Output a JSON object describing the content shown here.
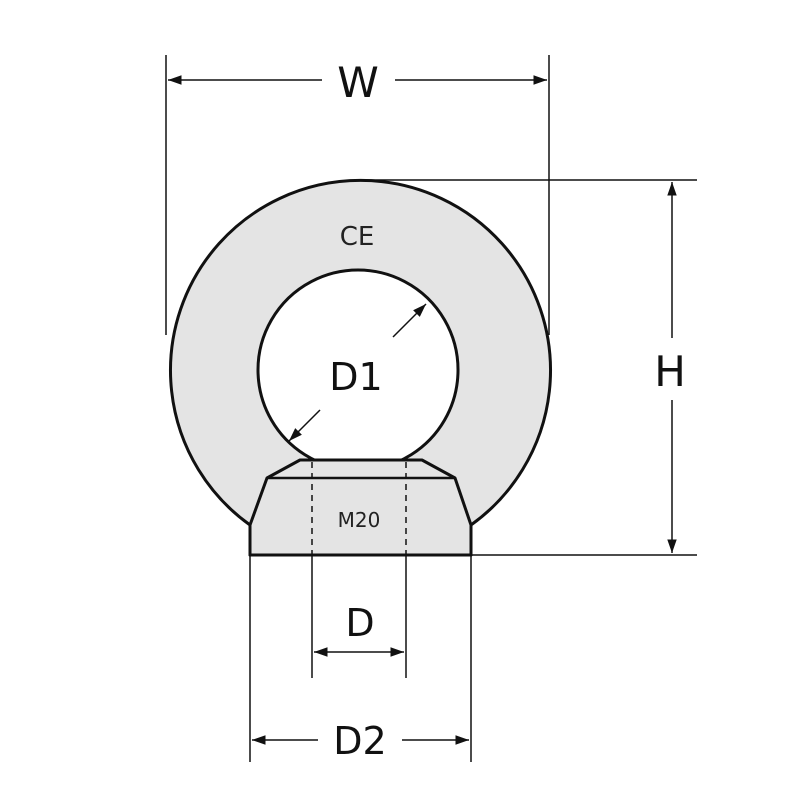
{
  "labels": {
    "W": "W",
    "H": "H",
    "D1": "D1",
    "D": "D",
    "D2": "D2",
    "thread": "M20",
    "ce_mark": "CE"
  },
  "colors": {
    "outline": "#111111",
    "fill": "#e4e4e4",
    "background": "#ffffff"
  }
}
